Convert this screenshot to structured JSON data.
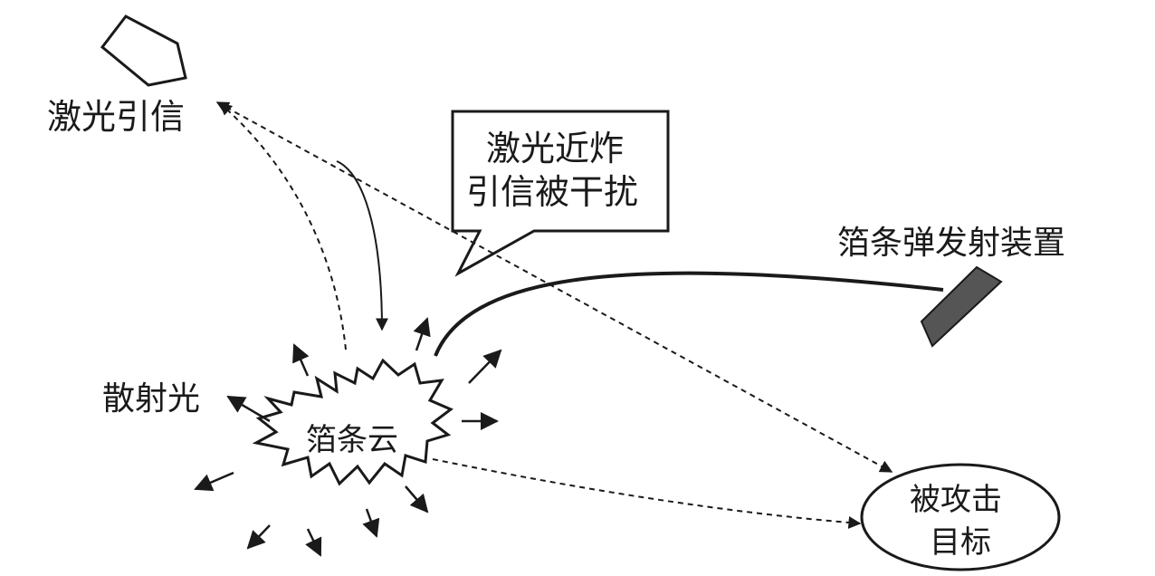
{
  "labels": {
    "laser_fuze": "激光引信",
    "callout_line1": "激光近炸",
    "callout_line2": "引信被干扰",
    "launcher": "箔条弹发射装置",
    "scattered_light": "散射光",
    "chaff_cloud": "箔条云",
    "target_line1": "被攻击",
    "target_line2": "目标"
  },
  "colors": {
    "stroke": "#1a1a1a",
    "launcher_fill": "#555555",
    "background": "#ffffff"
  }
}
